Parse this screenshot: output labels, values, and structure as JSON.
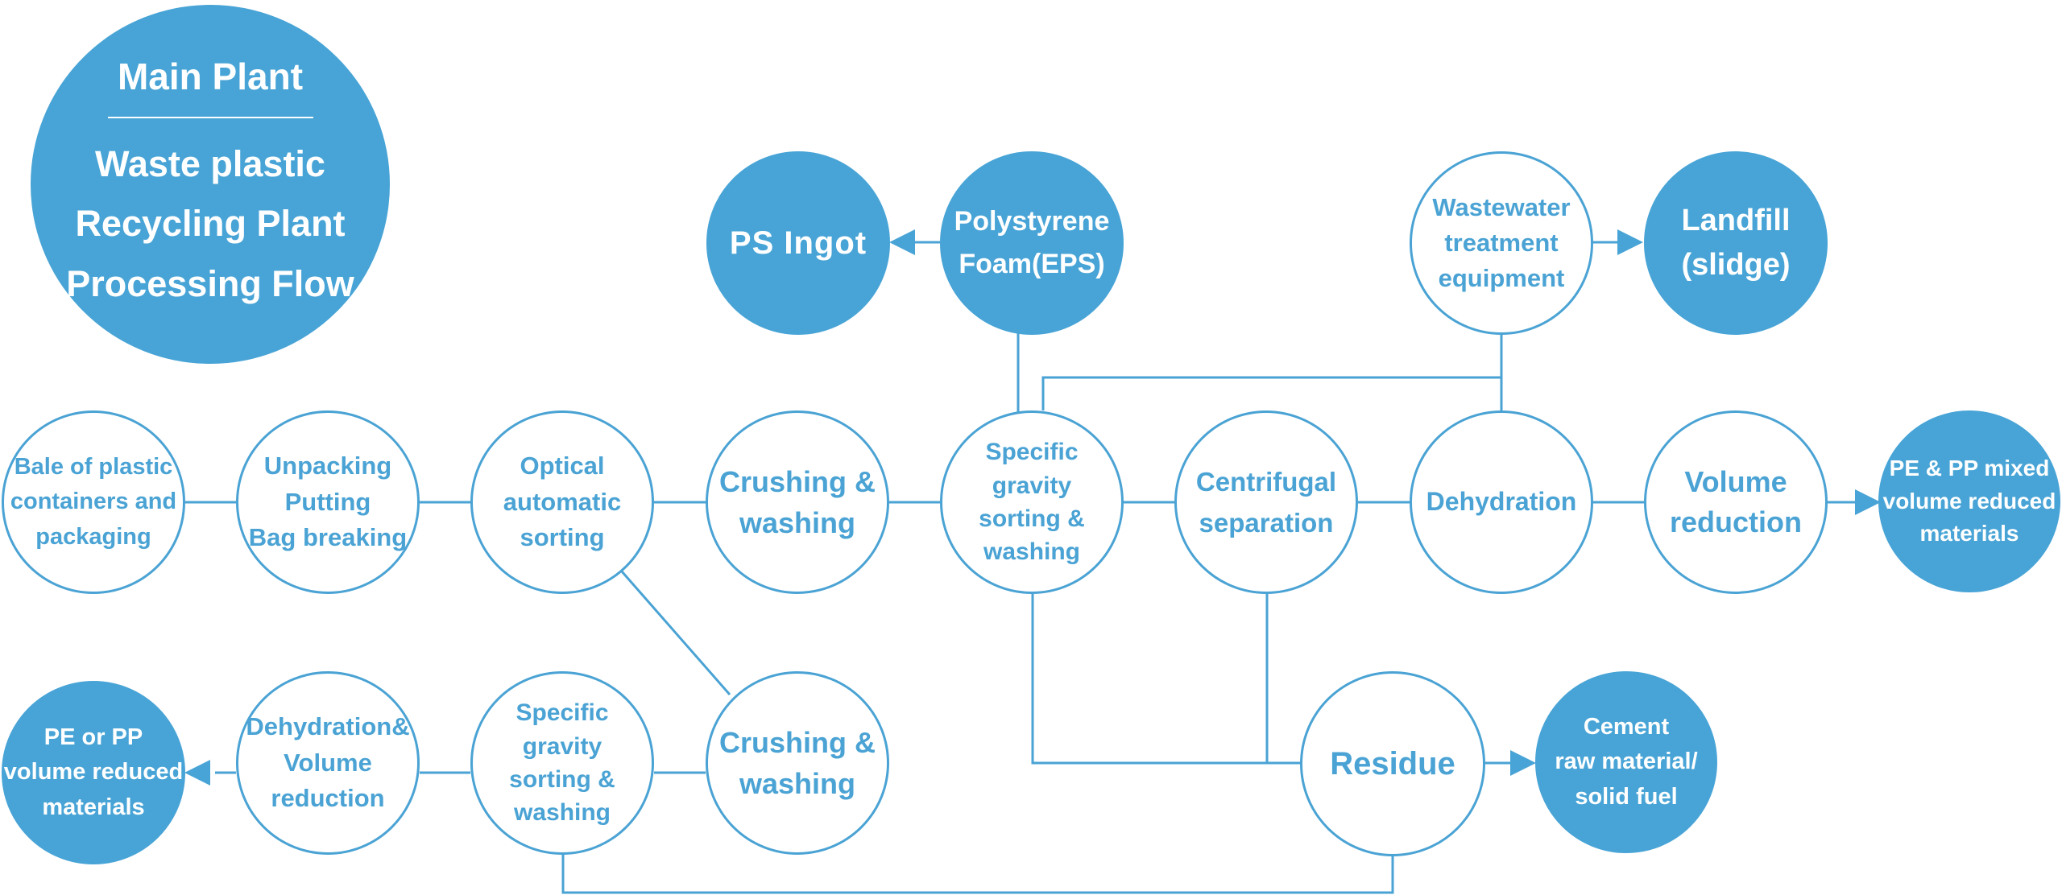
{
  "colors": {
    "accent": "#48a4d6",
    "line": "#4aa3d4",
    "background": "#ffffff"
  },
  "title": {
    "main": "Main Plant",
    "lines": [
      "Waste plastic",
      "Recycling Plant",
      "Processing Flow"
    ]
  },
  "nodes": {
    "ps_ingot": [
      "PS Ingot"
    ],
    "eps": [
      "Polystyrene",
      "Foam(EPS)"
    ],
    "wastewater": [
      "Wastewater",
      "treatment",
      "equipment"
    ],
    "landfill": [
      "Landfill",
      "(slidge)"
    ],
    "bale": [
      "Bale of plastic",
      "containers and",
      "packaging"
    ],
    "unpacking": [
      "Unpacking",
      "Putting",
      "Bag breaking"
    ],
    "optical": [
      "Optical",
      "automatic",
      "sorting"
    ],
    "crushing_top": [
      "Crushing &",
      "washing"
    ],
    "sg_top": [
      "Specific",
      "gravity",
      "sorting &",
      "washing"
    ],
    "centrifugal": [
      "Centrifugal",
      "separation"
    ],
    "dehydration": [
      "Dehydration"
    ],
    "volume_reduction": [
      "Volume",
      "reduction"
    ],
    "pe_pp_mixed": [
      "PE & PP mixed",
      "volume reduced",
      "materials"
    ],
    "pe_or_pp": [
      "PE or PP",
      "volume reduced",
      "materials"
    ],
    "dehyd_volume": [
      "Dehydration&",
      "Volume",
      "reduction"
    ],
    "sg_bottom": [
      "Specific",
      "gravity",
      "sorting &",
      "washing"
    ],
    "crushing_bottom": [
      "Crushing &",
      "washing"
    ],
    "residue": [
      "Residue"
    ],
    "cement": [
      "Cement",
      "raw material/",
      "solid fuel"
    ]
  }
}
